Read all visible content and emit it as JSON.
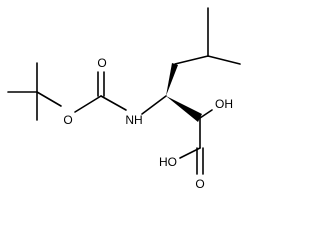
{
  "molecule": {
    "atoms": {
      "ester_oxygen": "O",
      "carbonyl_oxygen": "O",
      "amine": "NH",
      "hydroxyl": "OH",
      "acid_hydroxyl": "HO",
      "acid_oxygen": "O"
    },
    "colors": {
      "bond": "#000000",
      "label": "#000000",
      "background": "#ffffff"
    }
  }
}
